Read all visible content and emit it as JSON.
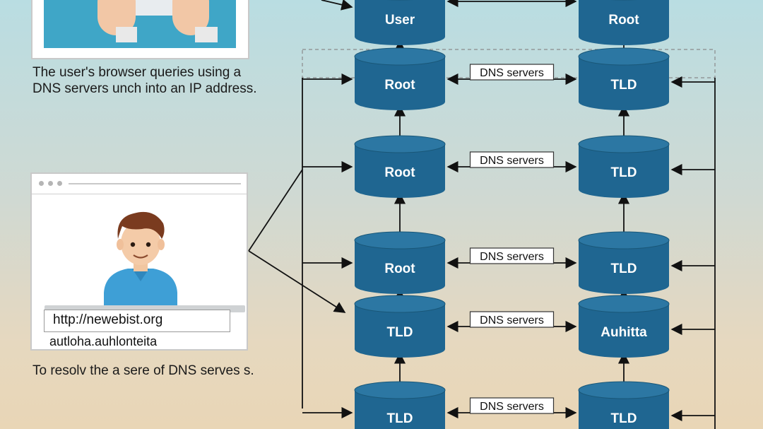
{
  "top_caption": "The user's browser queries using a DNS servers unch into an IP address.",
  "bottom_caption": "To resolv the a sere of DNS serves s.",
  "browser": {
    "url": "http://newebist.org",
    "sub_text": "autloha.auhlonteita"
  },
  "nodes": {
    "r0": [
      "User",
      "Root"
    ],
    "r1": [
      "Root",
      "TLD"
    ],
    "r2": [
      "Root",
      "TLD"
    ],
    "r3": [
      "Root",
      "TLD"
    ],
    "r4": [
      "TLD",
      "Auhitta"
    ],
    "r5": [
      "TLD",
      "TLD"
    ]
  },
  "edge_labels": [
    "DNS servers",
    "DNS servers",
    "DNS servers",
    "DNS servers",
    "DNS servers"
  ],
  "colors": {
    "node": "#1f6691",
    "node_top": "#2c77a3",
    "line": "#111111",
    "dashed": "#8a8a8a"
  }
}
